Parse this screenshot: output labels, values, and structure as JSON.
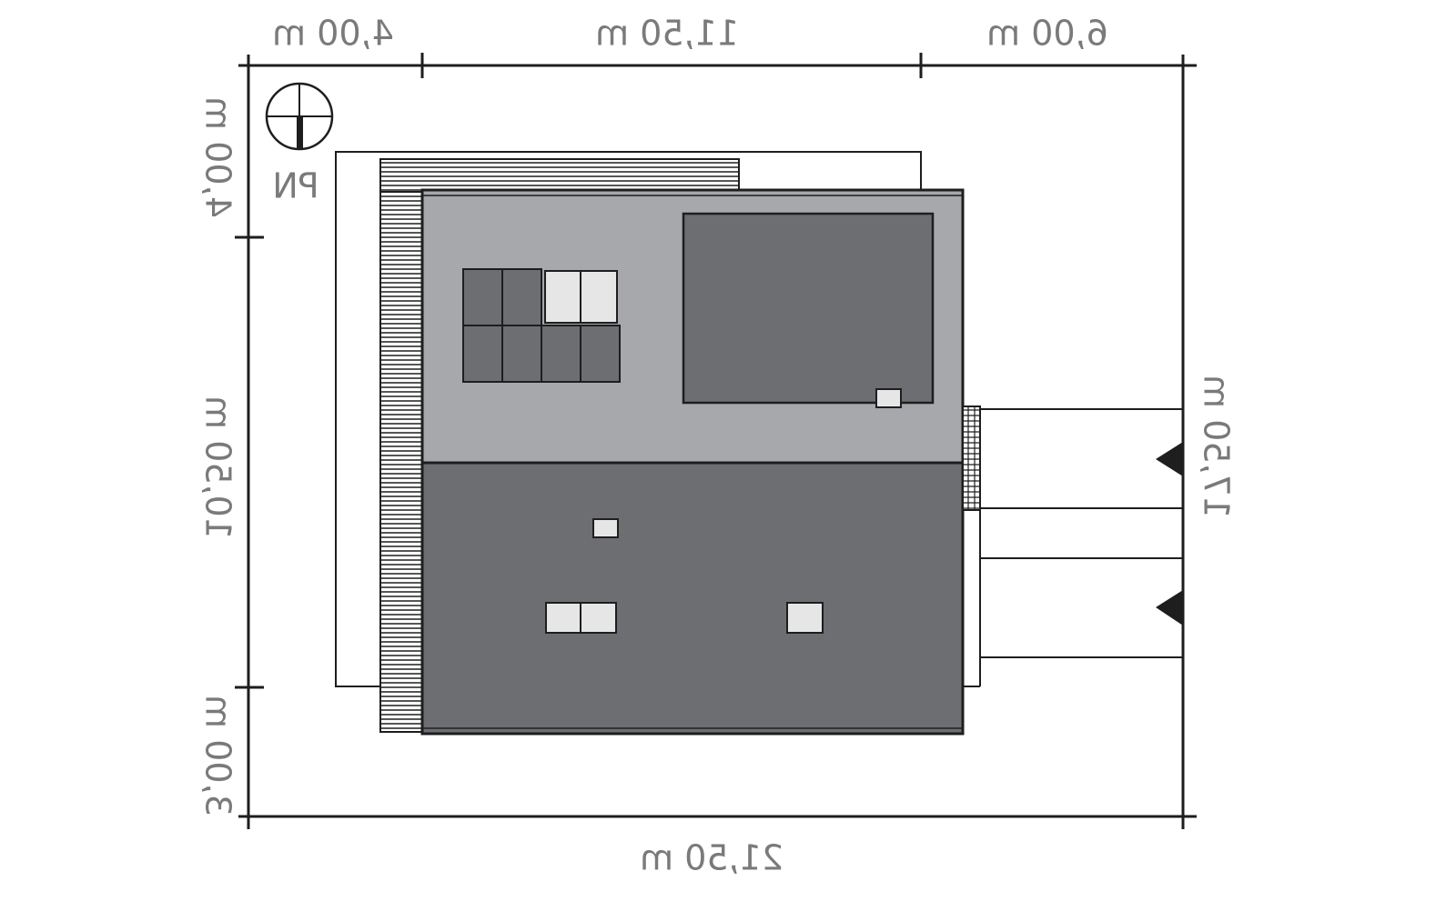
{
  "dimensions": {
    "top": [
      "4,00 m",
      "11,50 m",
      "6,00 m"
    ],
    "bottom": "21,50 m",
    "left": [
      "4,00 m",
      "10,50 m",
      "3,00 m"
    ],
    "right": "17,50 m"
  },
  "compass": {
    "label": "PN"
  },
  "colors": {
    "line": "#1e1e1e",
    "dim_text": "#7a7a7a",
    "roof_light": "#a7a8ab",
    "roof_dark": "#6d6e72",
    "window_light": "#e6e6e6"
  }
}
